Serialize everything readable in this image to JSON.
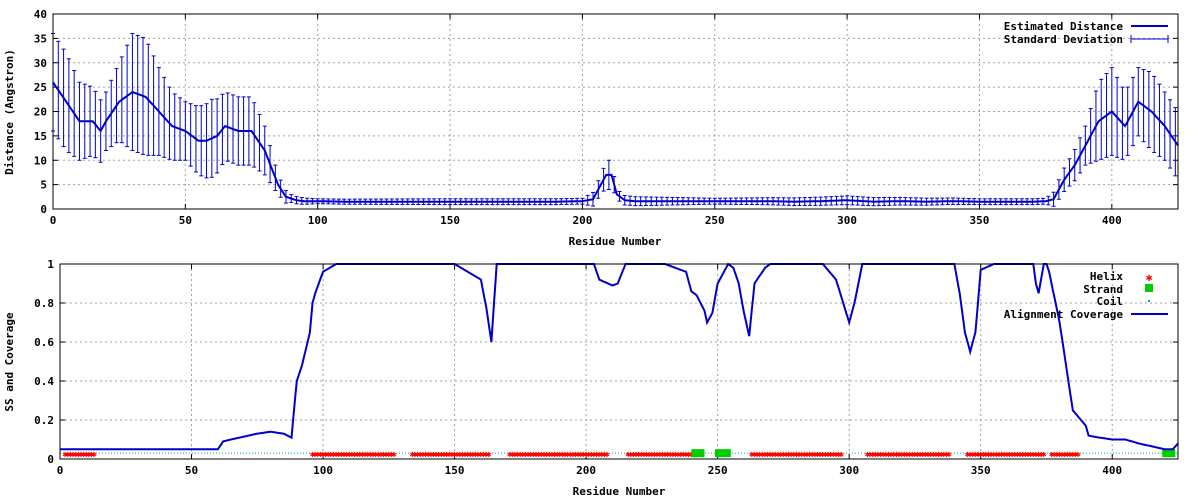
{
  "chart_data": [
    {
      "type": "line",
      "xlabel": "Residue Number",
      "ylabel": "Distance (Angstron)",
      "xlim": [
        0,
        425
      ],
      "ylim": [
        0,
        40
      ],
      "xticks": [
        "0",
        "50",
        "100",
        "150",
        "200",
        "250",
        "300",
        "350",
        "400"
      ],
      "yticks": [
        "0",
        "5",
        "10",
        "15",
        "20",
        "25",
        "30",
        "35",
        "40"
      ],
      "grid": true,
      "legend_position": "top-right",
      "line_color": "#0000cc",
      "series": [
        {
          "name": "Estimated Distance",
          "x": [
            0,
            5,
            10,
            15,
            18,
            20,
            25,
            30,
            35,
            40,
            45,
            50,
            55,
            58,
            62,
            65,
            70,
            75,
            80,
            85,
            88,
            92,
            95,
            100,
            110,
            120,
            130,
            140,
            150,
            160,
            170,
            180,
            190,
            200,
            204,
            207,
            209,
            211,
            213,
            216,
            220,
            230,
            240,
            250,
            260,
            270,
            280,
            290,
            300,
            310,
            320,
            330,
            340,
            350,
            360,
            370,
            375,
            378,
            382,
            386,
            390,
            395,
            400,
            405,
            410,
            415,
            420,
            425
          ],
          "values": [
            26,
            22,
            18,
            18,
            16,
            18,
            22,
            24,
            23,
            20,
            17,
            16,
            14,
            14,
            15,
            17,
            16,
            16,
            12,
            5,
            2.5,
            1.8,
            1.6,
            1.6,
            1.5,
            1.5,
            1.5,
            1.5,
            1.5,
            1.5,
            1.5,
            1.5,
            1.5,
            1.6,
            2,
            5,
            7,
            7,
            3,
            1.8,
            1.6,
            1.6,
            1.6,
            1.6,
            1.6,
            1.6,
            1.5,
            1.6,
            1.8,
            1.5,
            1.6,
            1.5,
            1.6,
            1.5,
            1.5,
            1.5,
            1.6,
            2,
            6,
            9,
            13,
            18,
            20,
            17,
            22,
            20,
            17,
            13
          ]
        },
        {
          "name": "Standard Deviation",
          "x": [
            0,
            5,
            10,
            15,
            20,
            25,
            30,
            35,
            40,
            45,
            50,
            55,
            60,
            65,
            70,
            75,
            80,
            85,
            90,
            100,
            150,
            200,
            207,
            210,
            213,
            250,
            300,
            350,
            375,
            380,
            385,
            390,
            395,
            400,
            405,
            410,
            415,
            420,
            425
          ],
          "err": [
            10,
            10,
            8,
            7,
            6,
            8,
            12,
            12,
            9,
            7,
            6,
            7,
            8,
            7,
            7,
            7,
            5,
            2,
            0.8,
            0.5,
            0.6,
            0.6,
            2,
            3,
            1,
            0.6,
            0.9,
            0.6,
            0.6,
            2,
            3,
            4,
            8,
            9,
            7,
            7,
            8,
            7,
            7
          ]
        }
      ]
    },
    {
      "type": "line",
      "xlabel": "Residue Number",
      "ylabel": "SS and Coverage",
      "xlim": [
        0,
        425
      ],
      "ylim": [
        0,
        1
      ],
      "xticks": [
        "0",
        "50",
        "100",
        "150",
        "200",
        "250",
        "300",
        "350",
        "400"
      ],
      "yticks": [
        "0",
        "0.2",
        "0.4",
        "0.6",
        "0.8",
        "1"
      ],
      "grid": true,
      "legend_position": "top-right",
      "series": [
        {
          "name": "Helix",
          "color": "#ff0000",
          "ranges": [
            [
              2,
              13
            ],
            [
              96,
              127
            ],
            [
              134,
              163
            ],
            [
              171,
              208
            ],
            [
              216,
              240
            ],
            [
              263,
              297
            ],
            [
              307,
              338
            ],
            [
              345,
              374
            ],
            [
              377,
              387
            ]
          ]
        },
        {
          "name": "Strand",
          "color": "#00cc00",
          "ranges": [
            [
              240,
              245
            ],
            [
              249,
              255
            ],
            [
              419,
              424
            ]
          ]
        },
        {
          "name": "Coil",
          "color": "#00aaaa",
          "value": 0.03
        },
        {
          "name": "Alignment Coverage",
          "color": "#0000cc",
          "x": [
            0,
            20,
            40,
            60,
            62,
            65,
            75,
            80,
            85,
            88,
            90,
            92,
            95,
            96,
            97,
            100,
            105,
            110,
            120,
            130,
            140,
            150,
            160,
            162,
            164,
            166,
            170,
            200,
            203,
            205,
            210,
            212,
            215,
            230,
            238,
            240,
            242,
            245,
            246,
            248,
            250,
            254,
            256,
            258,
            260,
            262,
            264,
            268,
            270,
            290,
            295,
            300,
            302,
            305,
            310,
            340,
            342,
            344,
            346,
            348,
            350,
            355,
            370,
            371,
            372,
            374,
            375,
            376,
            380,
            385,
            390,
            391,
            395,
            400,
            405,
            410,
            420,
            423,
            425
          ],
          "values": [
            0.05,
            0.05,
            0.05,
            0.05,
            0.09,
            0.1,
            0.13,
            0.14,
            0.13,
            0.11,
            0.4,
            0.48,
            0.65,
            0.8,
            0.85,
            0.96,
            1,
            1,
            1,
            1,
            1,
            1,
            0.92,
            0.78,
            0.6,
            1,
            1,
            1,
            1,
            0.92,
            0.89,
            0.9,
            1,
            1,
            0.96,
            0.86,
            0.84,
            0.76,
            0.7,
            0.75,
            0.9,
            1,
            0.98,
            0.9,
            0.75,
            0.63,
            0.9,
            0.98,
            1,
            1,
            0.92,
            0.7,
            0.8,
            1,
            1,
            1,
            0.85,
            0.65,
            0.55,
            0.65,
            0.97,
            1,
            1,
            0.9,
            0.85,
            1,
            1,
            0.96,
            0.7,
            0.25,
            0.17,
            0.12,
            0.11,
            0.1,
            0.1,
            0.08,
            0.05,
            0.05,
            0.08
          ]
        }
      ]
    }
  ]
}
